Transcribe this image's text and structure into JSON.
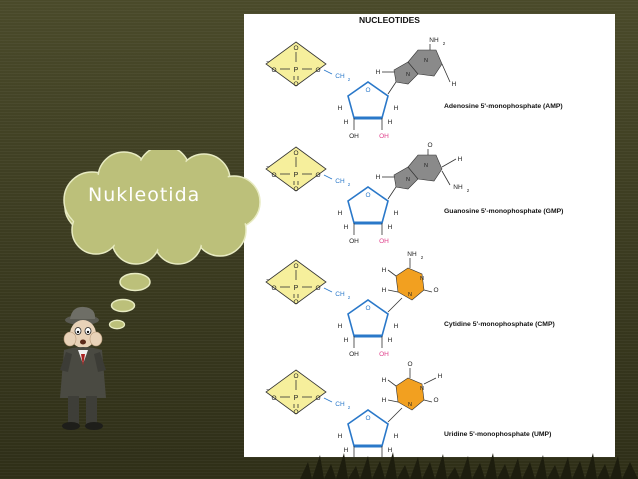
{
  "cloud": {
    "label": "Nukleotida"
  },
  "figure": {
    "title": "NUCLEOTIDES",
    "nucleotides": [
      {
        "caption": "Adenosine 5'-monophosphate (AMP)"
      },
      {
        "caption": "Guanosine 5'-monophosphate (GMP)"
      },
      {
        "caption": "Cytidine 5'-monophosphate (CMP)"
      },
      {
        "caption": "Uridine 5'-monophosphate (UMP)"
      }
    ],
    "labels": {
      "O": "O",
      "P": "P",
      "CH2": "CH",
      "sub2": "2",
      "H": "H",
      "OH": "OH",
      "NH2": "NH",
      "N": "N"
    }
  },
  "colors": {
    "background": "#3e3e22",
    "cloud": "#bcc07a",
    "phosphate": "#f6ef9c",
    "sugar": "#2a78c9",
    "base_purine": "#8a8a8a",
    "base_pyrimidine": "#f2a020",
    "ribose_oh": "#e0408c"
  }
}
